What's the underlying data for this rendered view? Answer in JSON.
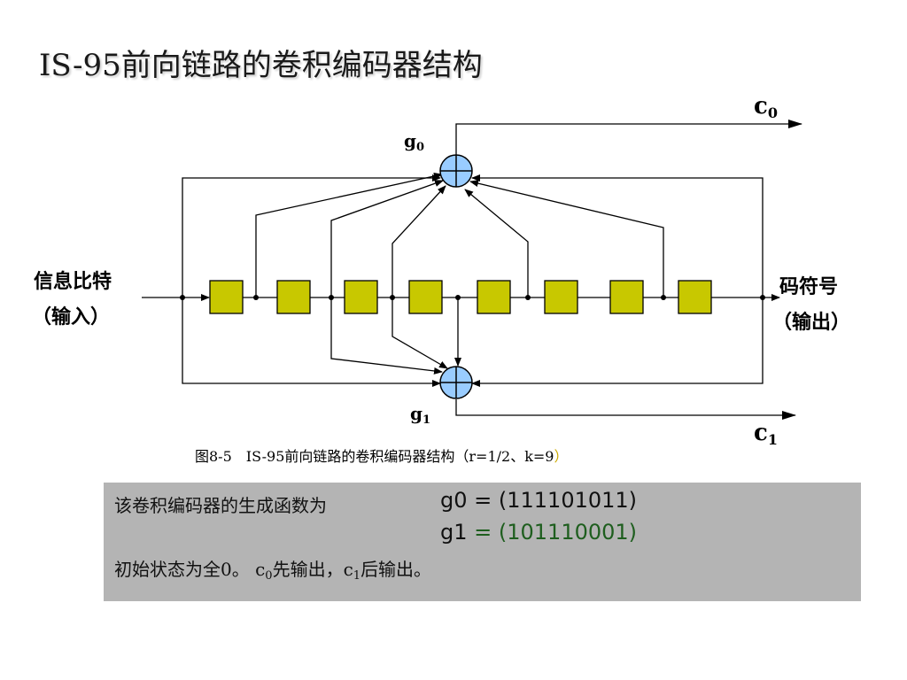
{
  "title": "IS-95前向链路的卷积编码器结构",
  "labels": {
    "g0": "g",
    "g0_sub": "0",
    "g1": "g",
    "g1_sub": "1",
    "c0": "c",
    "c0_sub": "0",
    "c1": "c",
    "c1_sub": "1",
    "input_line1": "信息比特",
    "input_line2": "（输入）",
    "output_line1": "码符号",
    "output_line2": "（输出）"
  },
  "caption": {
    "text": "图8-5　IS-95前向链路的卷积编码器结构（r=1/2、k=9",
    "close_paren": "）"
  },
  "info": {
    "line1_cn": "该卷积编码器的生成函数为",
    "g0_name": "g0",
    "g0_eq": " = (111101011)",
    "g1_name": "g1",
    "g1_eq": " = (101110001)",
    "line3_a": "初始状态为全0。 c",
    "line3_sub1": "0",
    "line3_b": "先输出，c",
    "line3_sub2": "1",
    "line3_c": "后输出。"
  },
  "colors": {
    "register_fill": "#c8c800",
    "adder_fill": "#99ccff",
    "box_bg": "#b4b4b4",
    "green_text": "#1e5e1e"
  }
}
